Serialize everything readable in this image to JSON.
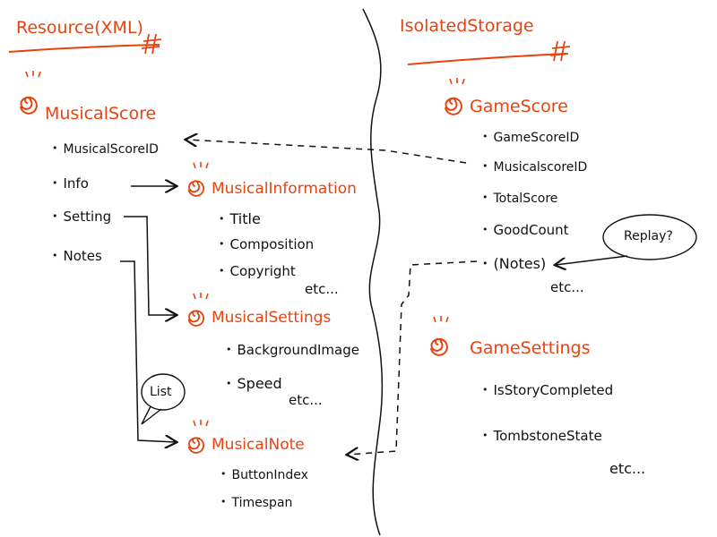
{
  "sections": {
    "resource": "Resource(XML)",
    "isolated": "IsolatedStorage"
  },
  "musical_score": {
    "title": "MusicalScore",
    "fields": [
      "MusicalScoreID",
      "Info",
      "Setting",
      "Notes"
    ]
  },
  "musical_information": {
    "title": "MusicalInformation",
    "fields": [
      "Title",
      "Composition",
      "Copyright"
    ],
    "etc": "etc..."
  },
  "musical_settings": {
    "title": "MusicalSettings",
    "fields": [
      "BackgroundImage",
      "Speed"
    ],
    "etc": "etc..."
  },
  "musical_note": {
    "title": "MusicalNote",
    "fields": [
      "ButtonIndex",
      "Timespan"
    ]
  },
  "list_label": "List",
  "game_score": {
    "title": "GameScore",
    "fields": [
      "GameScoreID",
      "MusicalscoreID",
      "TotalScore",
      "GoodCount"
    ],
    "notes": "(Notes)",
    "etc": "etc..."
  },
  "replay_label": "Replay?",
  "game_settings": {
    "title": "GameSettings",
    "fields": [
      "IsStoryCompleted",
      "TombstoneState"
    ],
    "etc": "etc..."
  },
  "colors": {
    "accent": "#e8430f",
    "ink": "#111111"
  }
}
